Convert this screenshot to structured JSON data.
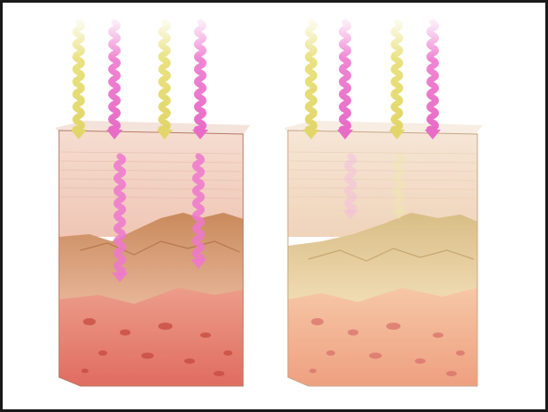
{
  "diagram": {
    "frame_color": "#1a1a1a",
    "background": "#ffffff",
    "ray_colors": {
      "yellow": "#e8e07a",
      "pink": "#ee7fd0"
    },
    "panels": [
      {
        "id": "left",
        "name": "unprotected-skin",
        "epidermis_color": "#f2cfc0",
        "dermis_color": "#d99a70",
        "hypodermis_color": "#e98575",
        "pink_rays_penetrate": true
      },
      {
        "id": "right",
        "name": "protected-skin",
        "epidermis_color": "#f3dcc6",
        "dermis_color": "#e8cf9c",
        "hypodermis_color": "#f2b08f",
        "pink_rays_penetrate": false
      }
    ]
  }
}
